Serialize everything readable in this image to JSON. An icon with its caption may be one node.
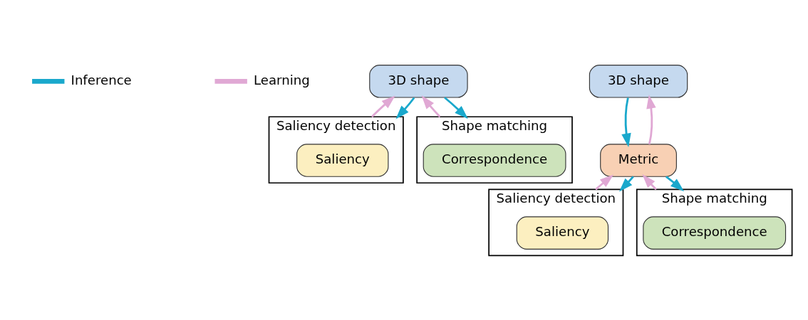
{
  "diagram": {
    "nodes": [
      {
        "text": [
          "3D shape"
        ]
      },
      {
        "text": [
          "Saliency detection"
        ]
      },
      {
        "text": [
          "Saliency"
        ],
        "in": 1
      },
      {
        "text": [
          "Shape matching"
        ]
      },
      {
        "text": [
          "Correspondence"
        ],
        "in": 3
      },
      {
        "text": [
          "3D shape"
        ]
      },
      {
        "text": [
          "Metric"
        ]
      },
      {
        "text": [
          "Saliency detection"
        ]
      },
      {
        "text": [
          "Saliency"
        ],
        "in": 7
      },
      {
        "text": [
          "Shape matching"
        ]
      },
      {
        "text": [
          "Correspondence"
        ],
        "in": 9
      }
    ],
    "edges": [
      {
        "from": 0,
        "to": 1,
        "arrow": "to",
        "color": "#1aa8cc"
      },
      {
        "from": 1,
        "to": 0,
        "arrow": "to",
        "color": "#e0a8d4"
      },
      {
        "from": 0,
        "to": 3,
        "arrow": "to",
        "color": "#1aa8cc"
      },
      {
        "from": 3,
        "to": 0,
        "arrow": "to",
        "color": "#e0a8d4"
      },
      {
        "from": 6,
        "to": 5,
        "arrow": "to",
        "color": "#e0a8d4"
      },
      {
        "from": 5,
        "to": 6,
        "arrow": "to",
        "color": "#1aa8cc"
      },
      {
        "from": 6,
        "to": 7,
        "arrow": "to",
        "color": "#1aa8cc"
      },
      {
        "from": 7,
        "to": 6,
        "arrow": "to",
        "color": "#e0a8d4"
      },
      {
        "from": 6,
        "to": 9,
        "arrow": "to",
        "color": "#1aa8cc"
      },
      {
        "from": 9,
        "to": 6,
        "arrow": "to",
        "color": "#e0a8d4"
      }
    ],
    "legend": [
      {
        "text": "Inference",
        "color": "#1aa8cc"
      },
      {
        "text": "Learning",
        "color": "#e0a8d4"
      }
    ]
  }
}
